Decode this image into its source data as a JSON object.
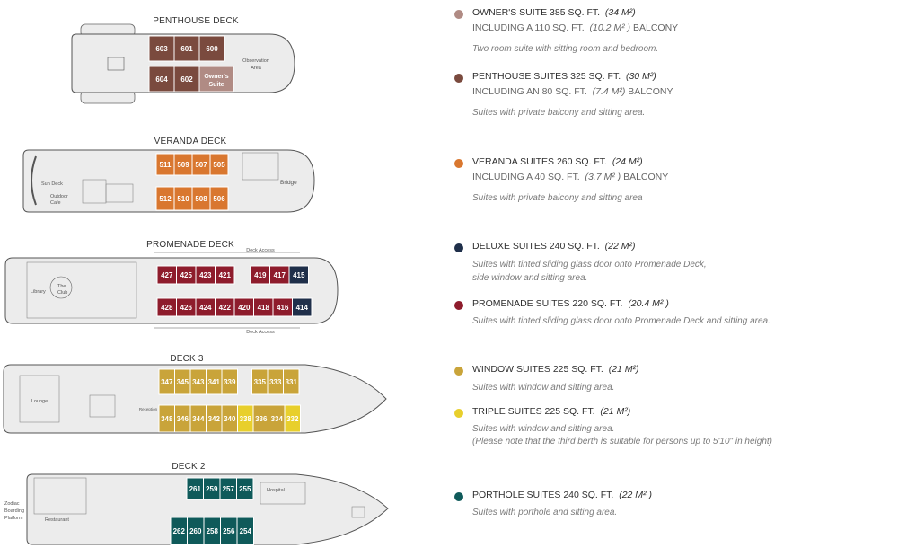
{
  "decks": [
    {
      "title": "PENTHOUSE DECK",
      "labels": {
        "observation": "Observation",
        "area": "Area"
      },
      "rooms": [
        {
          "num": "603",
          "color": "#7a4a3e"
        },
        {
          "num": "601",
          "color": "#7a4a3e"
        },
        {
          "num": "600",
          "color": "#7a4a3e"
        },
        {
          "num": "604",
          "color": "#7a4a3e"
        },
        {
          "num": "602",
          "color": "#7a4a3e"
        },
        {
          "num": "Owner's",
          "num2": "Suite",
          "color": "#b08b84"
        }
      ]
    },
    {
      "title": "VERANDA DECK",
      "labels": {
        "sun": "Sun Deck",
        "outdoor": "Outdoor",
        "cafe": "Cafe",
        "bridge": "Bridge"
      },
      "rooms_top": [
        "511",
        "509",
        "507",
        "505"
      ],
      "rooms_bottom": [
        "512",
        "510",
        "508",
        "506"
      ],
      "color": "#d9772f"
    },
    {
      "title": "PROMENADE DECK",
      "labels": {
        "access_top": "Deck Access",
        "access_bottom": "Deck Access",
        "library": "Library",
        "the": "The",
        "club": "Club"
      },
      "rooms_top": [
        {
          "num": "427",
          "color": "#8e1c2c"
        },
        {
          "num": "425",
          "color": "#8e1c2c"
        },
        {
          "num": "423",
          "color": "#8e1c2c"
        },
        {
          "num": "421",
          "color": "#8e1c2c"
        },
        {
          "num": "419",
          "color": "#8e1c2c"
        },
        {
          "num": "417",
          "color": "#8e1c2c"
        },
        {
          "num": "415",
          "color": "#1f2f4a"
        }
      ],
      "rooms_bottom": [
        {
          "num": "428",
          "color": "#8e1c2c"
        },
        {
          "num": "426",
          "color": "#8e1c2c"
        },
        {
          "num": "424",
          "color": "#8e1c2c"
        },
        {
          "num": "422",
          "color": "#8e1c2c"
        },
        {
          "num": "420",
          "color": "#8e1c2c"
        },
        {
          "num": "418",
          "color": "#8e1c2c"
        },
        {
          "num": "416",
          "color": "#8e1c2c"
        },
        {
          "num": "414",
          "color": "#1f2f4a"
        }
      ]
    },
    {
      "title": "DECK 3",
      "labels": {
        "lounge": "Lounge",
        "reception": "Reception"
      },
      "rooms_top": [
        {
          "num": "347",
          "color": "#c9a43a"
        },
        {
          "num": "345",
          "color": "#c9a43a"
        },
        {
          "num": "343",
          "color": "#c9a43a"
        },
        {
          "num": "341",
          "color": "#c9a43a"
        },
        {
          "num": "339",
          "color": "#c9a43a"
        },
        {
          "num": "335",
          "color": "#c9a43a"
        },
        {
          "num": "333",
          "color": "#c9a43a"
        },
        {
          "num": "331",
          "color": "#c9a43a"
        }
      ],
      "rooms_bottom": [
        {
          "num": "348",
          "color": "#c9a43a"
        },
        {
          "num": "346",
          "color": "#c9a43a"
        },
        {
          "num": "344",
          "color": "#c9a43a"
        },
        {
          "num": "342",
          "color": "#c9a43a"
        },
        {
          "num": "340",
          "color": "#c9a43a"
        },
        {
          "num": "338",
          "color": "#e8cf2c"
        },
        {
          "num": "336",
          "color": "#c9a43a"
        },
        {
          "num": "334",
          "color": "#c9a43a"
        },
        {
          "num": "332",
          "color": "#e8cf2c"
        }
      ]
    },
    {
      "title": "DECK  2",
      "labels": {
        "zodiac": "Zodiac",
        "boarding": "Boarding",
        "platform": "Platform",
        "restaurant": "Restaurant",
        "hospital": "Hospital"
      },
      "rooms_top": [
        "261",
        "259",
        "257",
        "255"
      ],
      "rooms_bottom": [
        "262",
        "260",
        "258",
        "256",
        "254"
      ],
      "color": "#0f5a5a"
    }
  ],
  "legend": [
    {
      "color": "#b08b84",
      "name": "OWNER'S SUITE 385 SQ. FT.",
      "metric": "(34 M²)",
      "balcony": "INCLUDING A 110 SQ. FT.",
      "balcony_metric": "(10.2 M² )",
      "balcony_word": "BALCONY",
      "desc": [
        "Two room suite with sitting room and bedroom."
      ]
    },
    {
      "color": "#7a4a3e",
      "name": "PENTHOUSE SUITES 325 SQ. FT.",
      "metric": "(30 M²)",
      "balcony": "INCLUDING AN 80 SQ. FT.",
      "balcony_metric": "(7.4 M²)",
      "balcony_word": "BALCONY",
      "desc": [
        "Suites with private balcony and sitting area."
      ]
    },
    {
      "color": "#d9772f",
      "name": "VERANDA SUITES 260 SQ. FT.",
      "metric": "(24 M²)",
      "balcony": "INCLUDING A 40 SQ. FT.",
      "balcony_metric": "(3.7 M² )",
      "balcony_word": "BALCONY",
      "desc": [
        "Suites with private balcony and sitting area"
      ]
    },
    {
      "color": "#1f2f4a",
      "name": "DELUXE SUITES 240 SQ. FT.",
      "metric": "(22 M²)",
      "desc": [
        "Suites with tinted sliding glass door onto Promenade Deck,",
        "side window and sitting area."
      ]
    },
    {
      "color": "#8e1c2c",
      "name": "PROMENADE SUITES 220 SQ. FT.",
      "metric": "(20.4 M² )",
      "desc": [
        "Suites with tinted sliding glass door onto Promenade Deck and sitting area."
      ]
    },
    {
      "color": "#c9a43a",
      "name": "WINDOW SUITES 225 SQ. FT.",
      "metric": "(21 M²)",
      "desc": [
        "Suites with window and sitting area."
      ]
    },
    {
      "color": "#e8cf2c",
      "name": "TRIPLE SUITES 225 SQ. FT.",
      "metric": "(21 M²)",
      "desc": [
        "Suites with window and sitting area.",
        "(Please note that the third berth is suitable for persons up to 5'10\" in height)"
      ]
    },
    {
      "color": "#0f5a5a",
      "name": "PORTHOLE SUITES 240 SQ. FT.",
      "metric": "(22 M² )",
      "desc": [
        "Suites with porthole and sitting area."
      ]
    }
  ]
}
